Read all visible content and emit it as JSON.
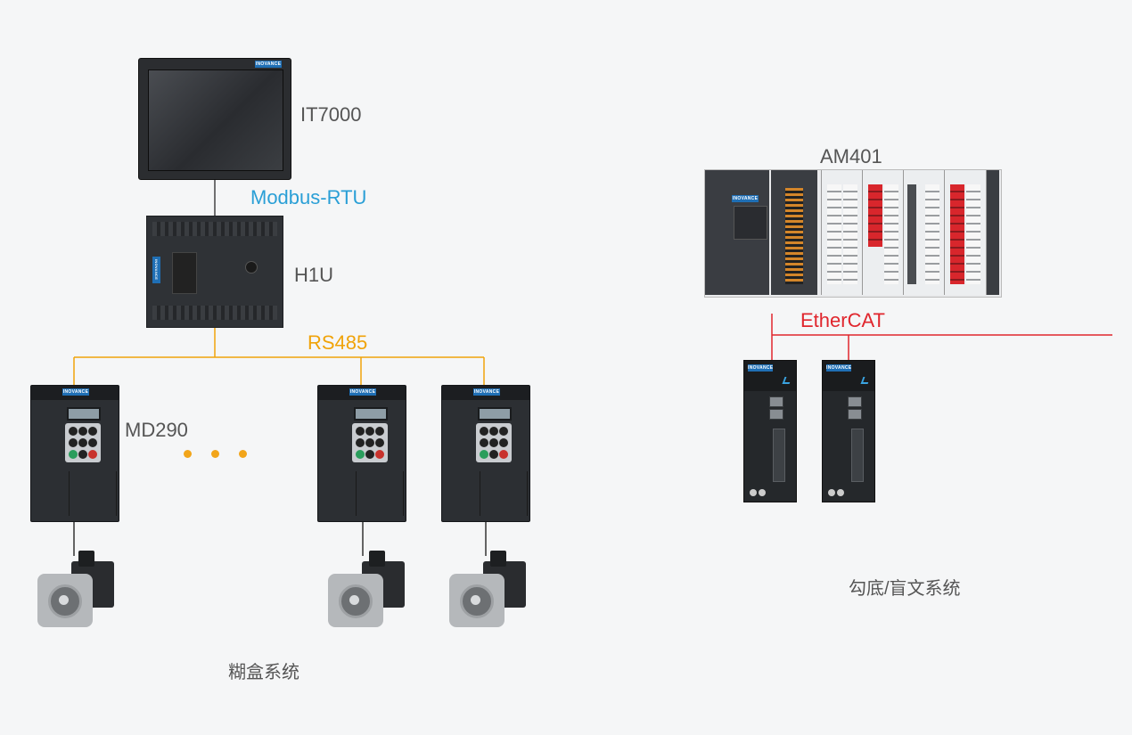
{
  "left_system": {
    "hmi": {
      "label": "IT7000",
      "brand": "INOVANCE"
    },
    "hmi_link": {
      "label": "Modbus-RTU",
      "color": "#2a9fd6"
    },
    "plc": {
      "label": "H1U",
      "brand": "INOVANCE"
    },
    "bus": {
      "label": "RS485",
      "color": "#f0a30a"
    },
    "drive": {
      "label": "MD290",
      "brand": "INOVANCE"
    },
    "ellipsis_dots": 3,
    "caption": "糊盒系统"
  },
  "right_system": {
    "controller": {
      "label": "AM401",
      "brand": "INOVANCE"
    },
    "bus": {
      "label": "EtherCAT",
      "color": "#e0262d"
    },
    "servo": {
      "brand": "INOVANCE"
    },
    "caption": "勾底/盲文系统"
  },
  "colors": {
    "background": "#f5f6f7",
    "label_text": "#555555",
    "wire_dark": "#333333"
  }
}
